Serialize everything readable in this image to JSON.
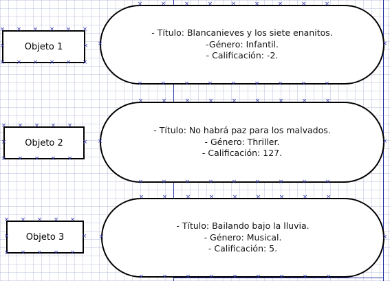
{
  "objects": [
    {
      "label": "Objeto 1",
      "lines": [
        "- Título: Blancanieves y los siete enanitos.",
        "-Género: Infantil.",
        "- Calificación: -2."
      ]
    },
    {
      "label": "Objeto 2",
      "lines": [
        "- Título: No habrá paz para los malvados.",
        "- Género: Thriller.",
        "- Calificación: 127."
      ]
    },
    {
      "label": "Objeto 3",
      "lines": [
        "- Título: Bailando bajo la lluvia.",
        "- Género: Musical.",
        "- Calificación: 5."
      ]
    }
  ],
  "colors": {
    "grid": "#8c96c8",
    "connector": "#2e3aa8",
    "handle": "#3a3fb0",
    "outline": "#000000"
  },
  "icons": {
    "selection_handle": "x-handle-icon"
  }
}
